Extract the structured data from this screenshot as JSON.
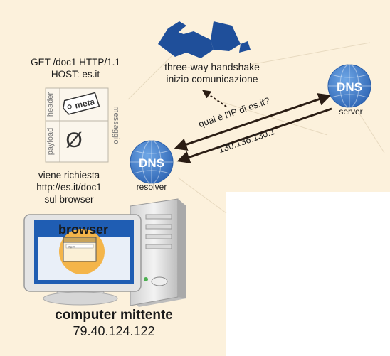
{
  "http_request": {
    "line1": "GET /doc1 HTTP/1.1",
    "line2": "HOST: es.it"
  },
  "message_box": {
    "header_label": "header",
    "payload_label": "payload",
    "meta_tag": "meta",
    "side_label": "messaggio",
    "empty_symbol": "Ø"
  },
  "handshake": {
    "line1": "three-way handshake",
    "line2": "inizio comunicazione",
    "icon": "handshake-icon"
  },
  "dns": {
    "badge_text": "DNS",
    "resolver_label": "resolver",
    "server_label": "server",
    "query_text": "qual è l'IP di es.it?",
    "answer_text": "130.136.130.1"
  },
  "browser_request": {
    "line1": "viene richiesta",
    "line2": "http://es.it/doc1",
    "line3": "sul browser"
  },
  "browser_label": "browser",
  "window_mini_text": "http://",
  "computer": {
    "title": "computer mittente",
    "ip": "79.40.124.122"
  },
  "colors": {
    "background": "#fcf1dc",
    "dns_blue": "#3a76c8",
    "handshake_blue": "#1f4f9a",
    "browser_blue": "#1f5db3",
    "screen_orange": "#f4b54a",
    "arrow": "#2b1d14"
  }
}
